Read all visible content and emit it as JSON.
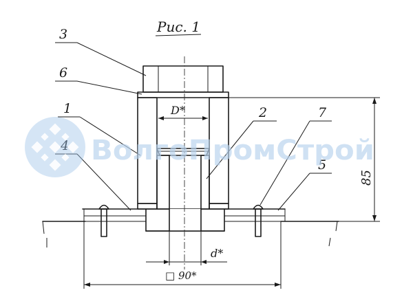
{
  "figure": {
    "caption": "Рис. 1",
    "labels": {
      "part1": "1",
      "part2": "2",
      "part3": "3",
      "part4": "4",
      "part5": "5",
      "part6": "6",
      "part7": "7"
    },
    "dimensions": {
      "inner_diameter": "D*",
      "bore_diameter": "d*",
      "base_size": "□ 90*",
      "height": "85"
    }
  },
  "watermark": {
    "text": "ВолгоПромСтрой",
    "color": "#9fc3ea"
  }
}
